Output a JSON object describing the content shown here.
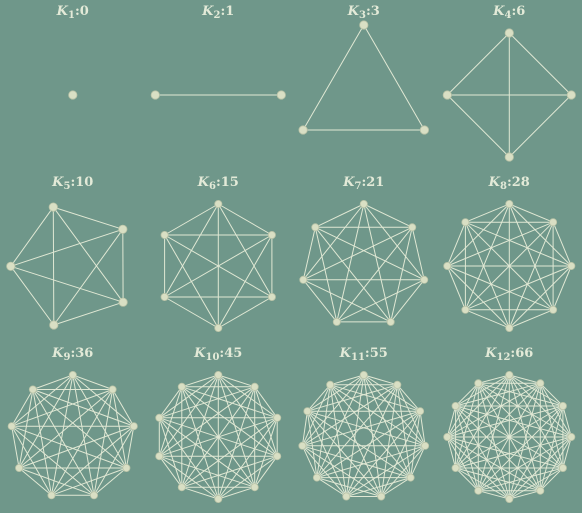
{
  "background_color": "#6f978a",
  "edge_color": "#e0e8d4",
  "vertex_color": "#d9dfc4",
  "label_color": "#e3ead8",
  "graphs": [
    {
      "symbol": "K",
      "subscript": "1",
      "edges": "0",
      "n": 1
    },
    {
      "symbol": "K",
      "subscript": "2",
      "edges": "1",
      "n": 2
    },
    {
      "symbol": "K",
      "subscript": "3",
      "edges": "3",
      "n": 3
    },
    {
      "symbol": "K",
      "subscript": "4",
      "edges": "6",
      "n": 4
    },
    {
      "symbol": "K",
      "subscript": "5",
      "edges": "10",
      "n": 5
    },
    {
      "symbol": "K",
      "subscript": "6",
      "edges": "15",
      "n": 6
    },
    {
      "symbol": "K",
      "subscript": "7",
      "edges": "21",
      "n": 7
    },
    {
      "symbol": "K",
      "subscript": "8",
      "edges": "28",
      "n": 8
    },
    {
      "symbol": "K",
      "subscript": "9",
      "edges": "36",
      "n": 9
    },
    {
      "symbol": "K",
      "subscript": "10",
      "edges": "45",
      "n": 10
    },
    {
      "symbol": "K",
      "subscript": "11",
      "edges": "55",
      "n": 11
    },
    {
      "symbol": "K",
      "subscript": "12",
      "edges": "66",
      "n": 12
    }
  ]
}
